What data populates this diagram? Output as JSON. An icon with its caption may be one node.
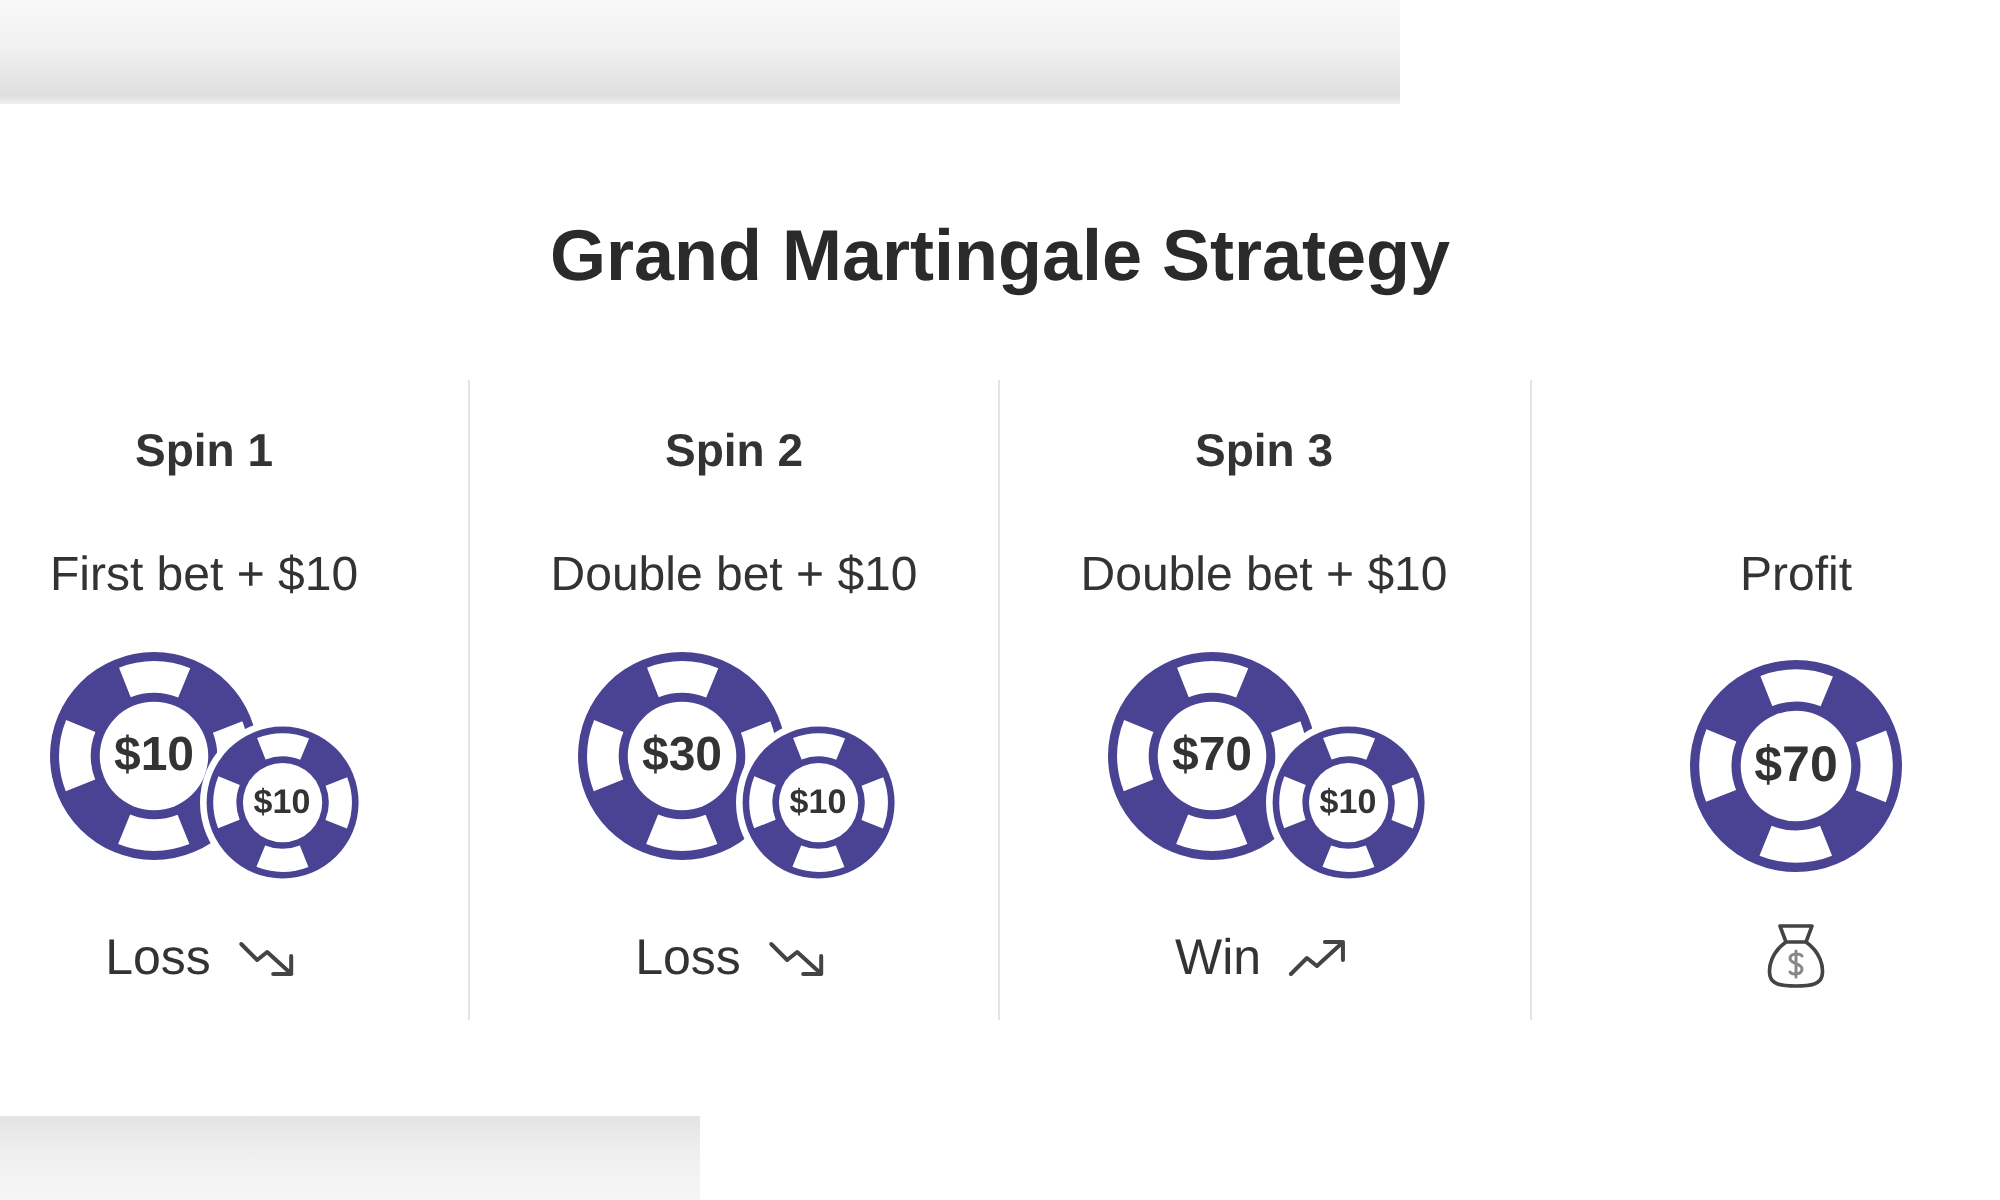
{
  "diagram": {
    "title": "Grand Martingale Strategy",
    "nodes": [
      {
        "text": [
          "Spin 1",
          "First bet + $10",
          "Loss"
        ]
      },
      {
        "text": [
          "$10"
        ],
        "in": 0
      },
      {
        "text": [
          "$10"
        ],
        "in": 0
      },
      {
        "text": [
          "Spin 2",
          "Double bet + $10",
          "Loss"
        ]
      },
      {
        "text": [
          "$30"
        ],
        "in": 3
      },
      {
        "text": [
          "$10"
        ],
        "in": 3
      },
      {
        "text": [
          "Spin 3",
          "Double bet + $10",
          "Win"
        ]
      },
      {
        "text": [
          "$70"
        ],
        "in": 6
      },
      {
        "text": [
          "$10"
        ],
        "in": 6
      },
      {
        "text": [
          "Profit"
        ]
      },
      {
        "text": [
          "$70"
        ],
        "in": 9
      }
    ]
  }
}
